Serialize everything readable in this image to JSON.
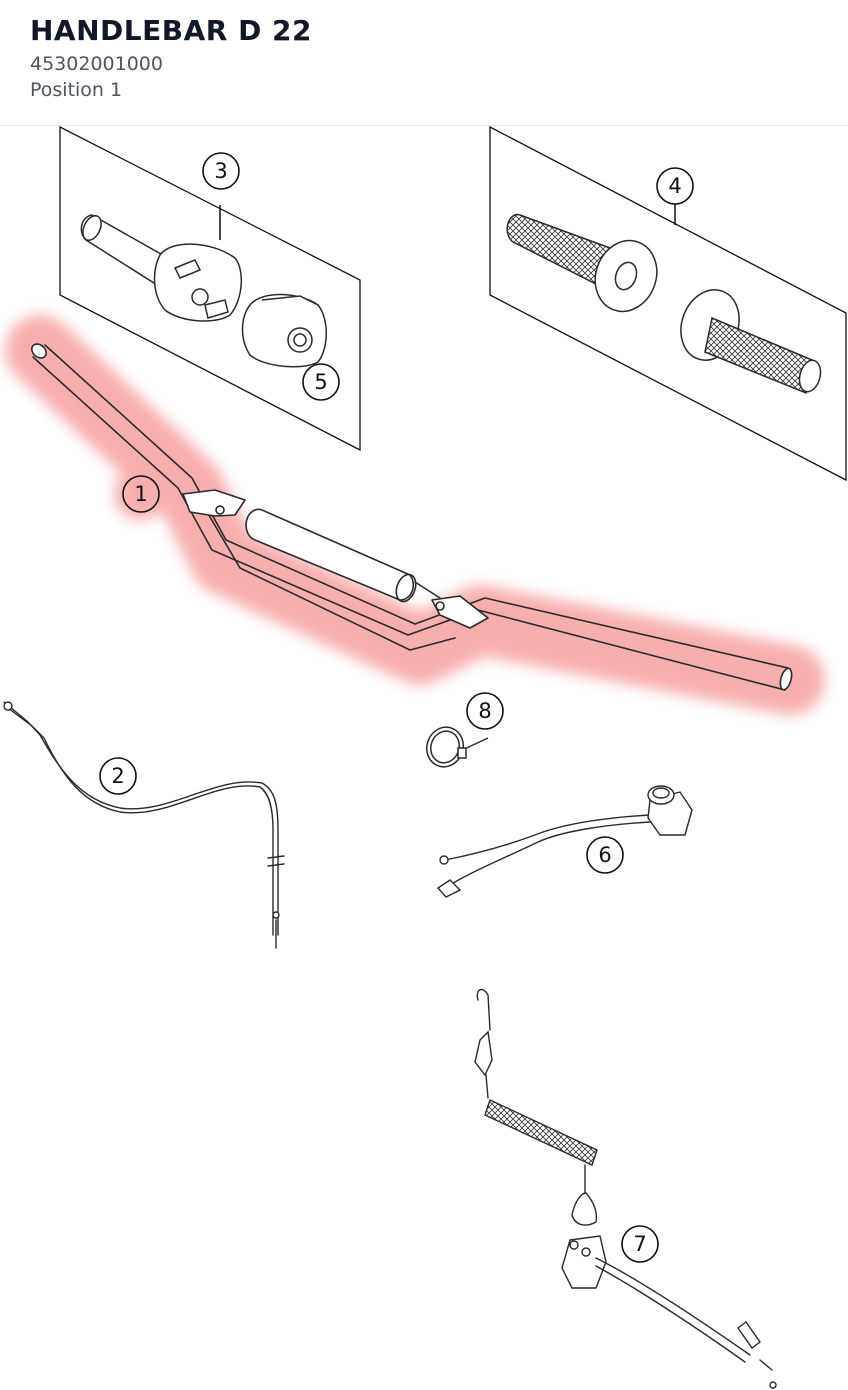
{
  "header": {
    "title": "HANDLEBAR D 22",
    "part_number": "45302001000",
    "position_label": "Position 1"
  },
  "highlight": {
    "callout": "1",
    "color": "#f26d6d"
  },
  "callouts": [
    {
      "id": "1",
      "label": "1",
      "highlighted": true
    },
    {
      "id": "2",
      "label": "2"
    },
    {
      "id": "3",
      "label": "3"
    },
    {
      "id": "4",
      "label": "4"
    },
    {
      "id": "5",
      "label": "5"
    },
    {
      "id": "6",
      "label": "6"
    },
    {
      "id": "7",
      "label": "7"
    },
    {
      "id": "8",
      "label": "8"
    }
  ],
  "parts": [
    {
      "callout": "1",
      "icon": "handlebar-icon"
    },
    {
      "callout": "2",
      "icon": "throttle-cable-icon"
    },
    {
      "callout": "3",
      "icon": "throttle-grip-icon"
    },
    {
      "callout": "4",
      "icon": "handle-grips-icon"
    },
    {
      "callout": "5",
      "icon": "throttle-housing-icon"
    },
    {
      "callout": "6",
      "icon": "switch-icon"
    },
    {
      "callout": "7",
      "icon": "kill-switch-lanyard-icon"
    },
    {
      "callout": "8",
      "icon": "cable-tie-icon"
    }
  ]
}
